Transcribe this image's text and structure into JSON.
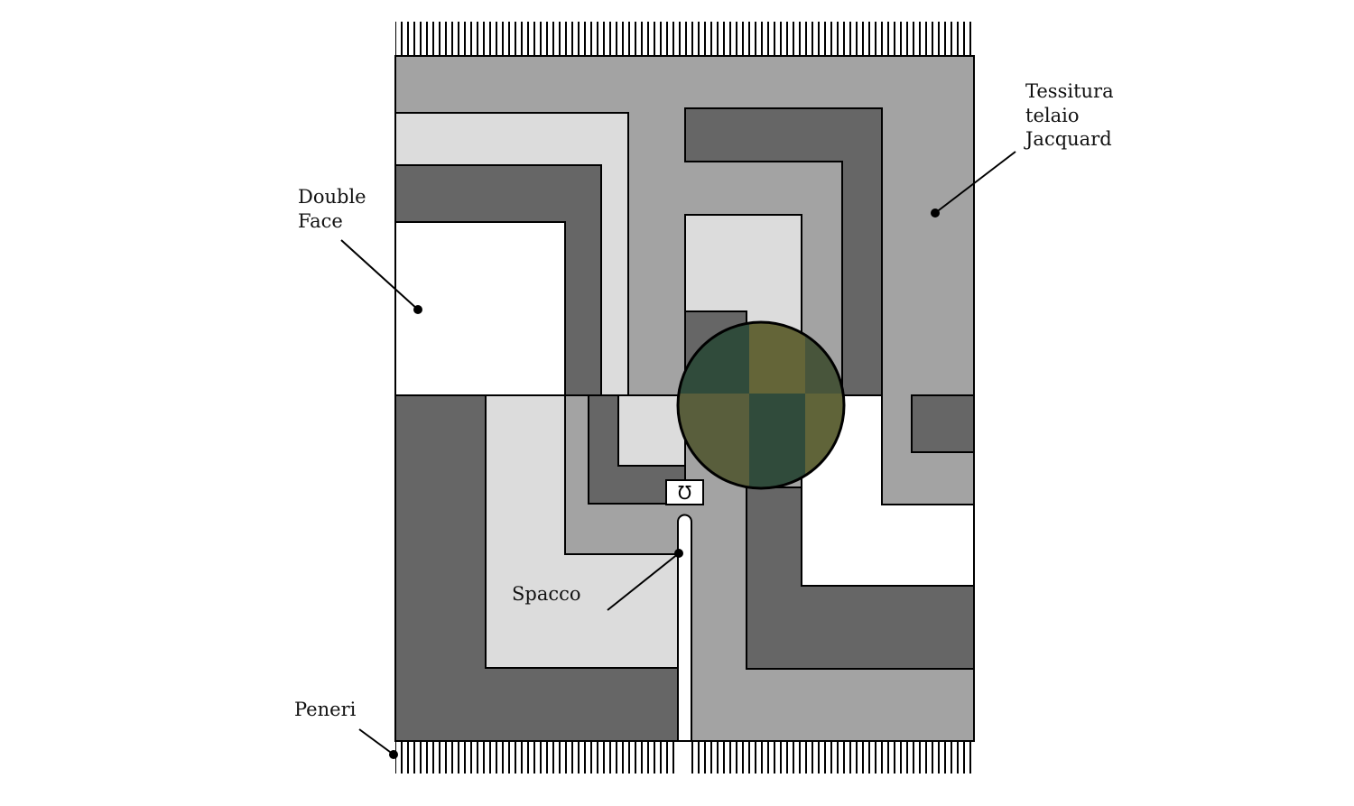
{
  "labels": {
    "tessitura_line1": "Tessitura",
    "tessitura_line2": "telaio",
    "tessitura_line3": "Jacquard",
    "double_line1": "Double",
    "double_line2": "Face",
    "spacco": "Spacco",
    "peneri": "Peneri",
    "hook_glyph": "Ʊ"
  },
  "colors": {
    "light": "#dcdcdc",
    "mid": "#a3a3a3",
    "dark": "#666666",
    "white": "#ffffff",
    "outline": "#000000",
    "swatch_green": "#33503f",
    "swatch_olive": "#6a6b3c"
  }
}
